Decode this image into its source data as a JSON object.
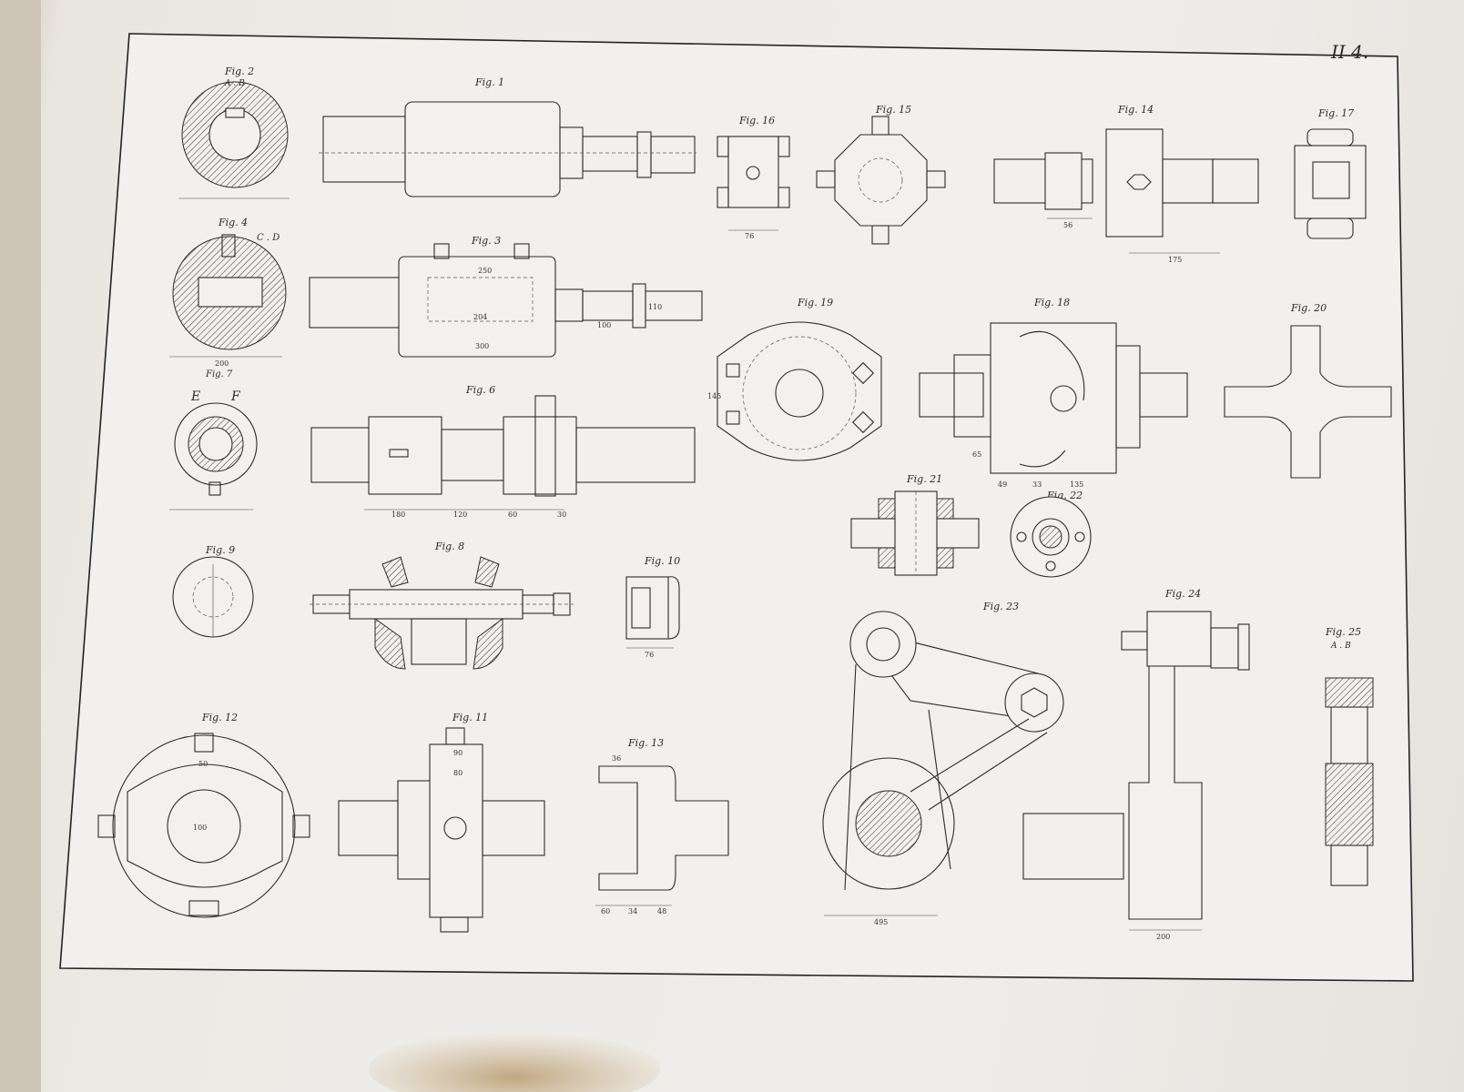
{
  "plate": {
    "plate_number": "II 4.",
    "figures": [
      {
        "id": "fig2",
        "label": "Fig. 2",
        "section": "A . B"
      },
      {
        "id": "fig1",
        "label": "Fig. 1"
      },
      {
        "id": "fig16",
        "label": "Fig. 16"
      },
      {
        "id": "fig15",
        "label": "Fig. 15"
      },
      {
        "id": "fig14",
        "label": "Fig. 14"
      },
      {
        "id": "fig17",
        "label": "Fig. 17"
      },
      {
        "id": "fig4",
        "label": "Fig. 4",
        "section": "C . D"
      },
      {
        "id": "fig3",
        "label": "Fig. 3"
      },
      {
        "id": "fig19",
        "label": "Fig. 19"
      },
      {
        "id": "fig18",
        "label": "Fig. 18"
      },
      {
        "id": "fig20",
        "label": "Fig. 20"
      },
      {
        "id": "fig7",
        "label": "Fig. 7"
      },
      {
        "id": "fig6",
        "label": "Fig. 6"
      },
      {
        "id": "fig21",
        "label": "Fig. 21"
      },
      {
        "id": "fig22",
        "label": "Fig. 22"
      },
      {
        "id": "fig9",
        "label": "Fig. 9"
      },
      {
        "id": "fig8",
        "label": "Fig. 8"
      },
      {
        "id": "fig10",
        "label": "Fig. 10"
      },
      {
        "id": "fig23",
        "label": "Fig. 23"
      },
      {
        "id": "fig24",
        "label": "Fig. 24"
      },
      {
        "id": "fig25",
        "label": "Fig. 25",
        "section": "A . B"
      },
      {
        "id": "fig12",
        "label": "Fig. 12"
      },
      {
        "id": "fig11",
        "label": "Fig. 11"
      },
      {
        "id": "fig13",
        "label": "Fig. 13"
      }
    ],
    "section_letters": {
      "e": "E",
      "f": "F"
    },
    "dimensions": {
      "fig3_a": "250",
      "fig3_b": "204",
      "fig3_c": "300",
      "fig3_d": "100",
      "fig3_e": "110",
      "fig4_w": "200",
      "fig6_a": "180",
      "fig6_b": "120",
      "fig6_c": "60",
      "fig6_d": "30",
      "fig12_a": "50",
      "fig12_b": "100",
      "fig11_a": "90",
      "fig11_b": "80",
      "fig13_a": "36",
      "fig13_b": "60",
      "fig13_c": "34",
      "fig13_d": "48",
      "fig18_a": "65",
      "fig18_b": "49",
      "fig18_c": "33",
      "fig18_d": "135",
      "fig19_a": "145",
      "fig10_a": "76",
      "fig14_a": "56",
      "fig14_b": "175",
      "fig16_a": "76",
      "fig23_a": "495",
      "fig24_a": "200"
    }
  }
}
